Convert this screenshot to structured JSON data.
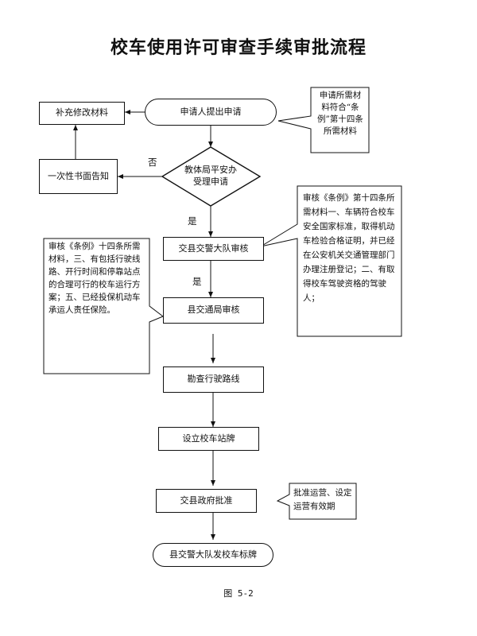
{
  "title": "校车使用许可审查手续审批流程",
  "nodes": {
    "supplement": "补充修改材料",
    "applicant": "申请人提出申请",
    "notify": "一次性书面告知",
    "decision": "教体局平安办受理申请",
    "traffic_police": "交县交警大队审核",
    "transport": "县交通局审核",
    "survey": "勘查行驶路线",
    "stops": "设立校车站牌",
    "government": "交县政府批准",
    "issue": "县交警大队发校车标牌"
  },
  "edge_labels": {
    "no": "否",
    "yes1": "是",
    "yes2": "是"
  },
  "notes": {
    "materials": "申请所需材料符合“条例”第十四条所需材料",
    "police_review": "审核《条例》第十四条所需材料一、车辆符合校车安全国家标准，取得机动车检验合格证明，并已经在公安机关交通管理部门办理注册登记；二、有取得校车驾驶资格的驾驶人；",
    "transport_review": "审核《条例》十四条所需材料，三、有包括行驶线路、开行时间和停靠站点的合理可行的校车运行方案；五、已经投保机动车承运人责任保险。",
    "approval": "批准运营、设定运营有效期"
  },
  "caption": "图 5-2"
}
